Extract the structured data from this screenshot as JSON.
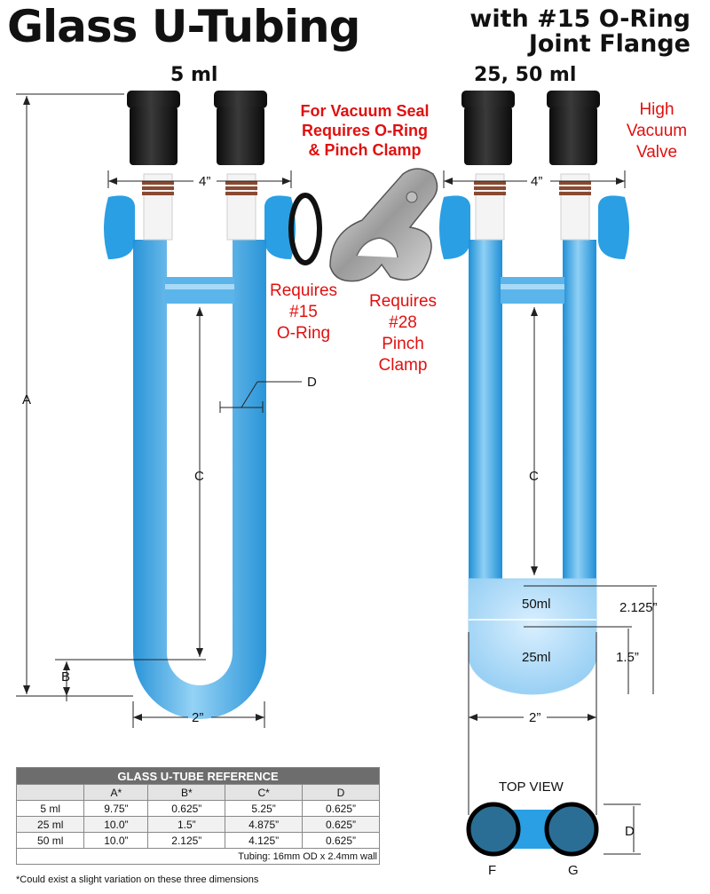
{
  "title": {
    "main": "Glass U-Tubing",
    "sub_line1": "with #15 O-Ring",
    "sub_line2": "Joint Flange"
  },
  "left_diagram": {
    "size_label": "5 ml",
    "width_label": "4”",
    "base_width_label": "2”",
    "dim_a": "A",
    "dim_b": "B",
    "dim_c": "C",
    "dim_d": "D"
  },
  "right_diagram": {
    "size_label": "25, 50 ml",
    "width_label": "4”",
    "base_width_label": "2”",
    "dim_c": "C",
    "vol_50": "50ml",
    "vol_25": "25ml",
    "height_50": "2.125”",
    "height_25": "1.5”",
    "valve_line1": "High",
    "valve_line2": "Vacuum",
    "valve_line3": "Valve"
  },
  "notes": {
    "vacuum_line1": "For Vacuum Seal",
    "vacuum_line2": "Requires O-Ring",
    "vacuum_line3": "& Pinch Clamp",
    "oring_line1": "Requires",
    "oring_line2": "#15",
    "oring_line3": "O-Ring",
    "clamp_line1": "Requires",
    "clamp_line2": "#28",
    "clamp_line3": "Pinch",
    "clamp_line4": "Clamp"
  },
  "top_view": {
    "label": "TOP VIEW",
    "dim_d": "D",
    "left_label": "F",
    "right_label": "G"
  },
  "table": {
    "title": "GLASS U-TUBE REFERENCE",
    "headers": [
      "",
      "A*",
      "B*",
      "C*",
      "D"
    ],
    "rows": [
      [
        "5 ml",
        "9.75”",
        "0.625”",
        "5.25”",
        "0.625”"
      ],
      [
        "25 ml",
        "10.0”",
        "1.5”",
        "4.875”",
        "0.625”"
      ],
      [
        "50 ml",
        "10.0”",
        "2.125”",
        "4.125”",
        "0.625”"
      ]
    ],
    "tubing_note": "Tubing: 16mm OD x 2.4mm wall"
  },
  "footnote": "*Could exist a slight variation on these three dimensions",
  "colors": {
    "glass_blue": "#2b9fe0",
    "glass_light": "#8fd0f5",
    "cap_black": "#161616",
    "note_red": "#e01010"
  }
}
